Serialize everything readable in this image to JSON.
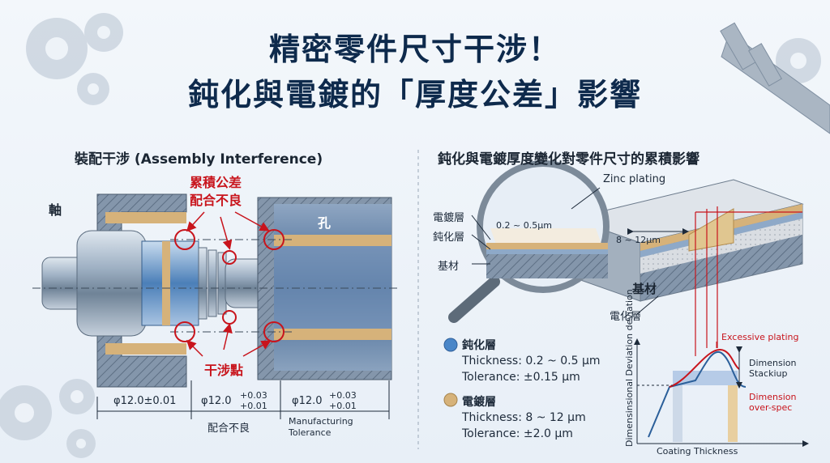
{
  "title": {
    "line1": "精密零件尺寸干涉！",
    "line2": "鈍化與電鍍的「厚度公差」影響"
  },
  "left": {
    "heading": "裝配干涉 (Assembly Interference)",
    "label_shaft": "軸",
    "label_hole": "孔",
    "callout_top_1": "累積公差",
    "callout_top_2": "配合不良",
    "callout_mid": "配合不良",
    "callout_bottom": "干涉點",
    "dim_shaft": "φ12.0±0.01",
    "dim_mid": "φ12.0",
    "dim_mid_tol_upper": "+0.03",
    "dim_mid_tol_lower": "+0.01",
    "dim_hole": "φ12.0",
    "dim_hole_tol_upper": "+0.03",
    "dim_hole_tol_lower": "+0.01",
    "bottom_label": "配合不良",
    "mfg_tol_1": "Manufacturing",
    "mfg_tol_2": "Tolerance"
  },
  "right": {
    "heading": "鈍化與電鍍厚度變化對零件尺寸的累積影響",
    "zinc_plating": "Zinc plating",
    "layer_plating": "電鍍層",
    "layer_passivation": "鈍化層",
    "layer_base": "基材",
    "mag_thickness": "0.2 ~ 0.5μm",
    "block_thickness": "8 ~ 12μm",
    "block_base": "基材",
    "block_plating": "電化層",
    "legend": [
      {
        "name": "鈍化層",
        "thickness": "Thickness: 0.2 ~ 0.5 μm",
        "tolerance": "Tolerance: ±0.15 μm",
        "color": "#4a86c8"
      },
      {
        "name": "電鍍層",
        "thickness": "Thickness: 8 ~ 12 μm",
        "tolerance": "Tolerance: ±2.0 μm",
        "color": "#d6b27a"
      }
    ]
  },
  "chart_data": {
    "type": "line",
    "xlabel": "Coating Thickness",
    "ylabel": "Dimensinsional Deviation deviation",
    "annotations": [
      "Excessive plating",
      "Dimension Stackiup",
      "Dimension over-spec"
    ]
  },
  "colors": {
    "accent_red": "#c8141c",
    "title_navy": "#0e2a4c",
    "steel_blue": "#5b87b8",
    "plating_tan": "#d6b27a"
  }
}
